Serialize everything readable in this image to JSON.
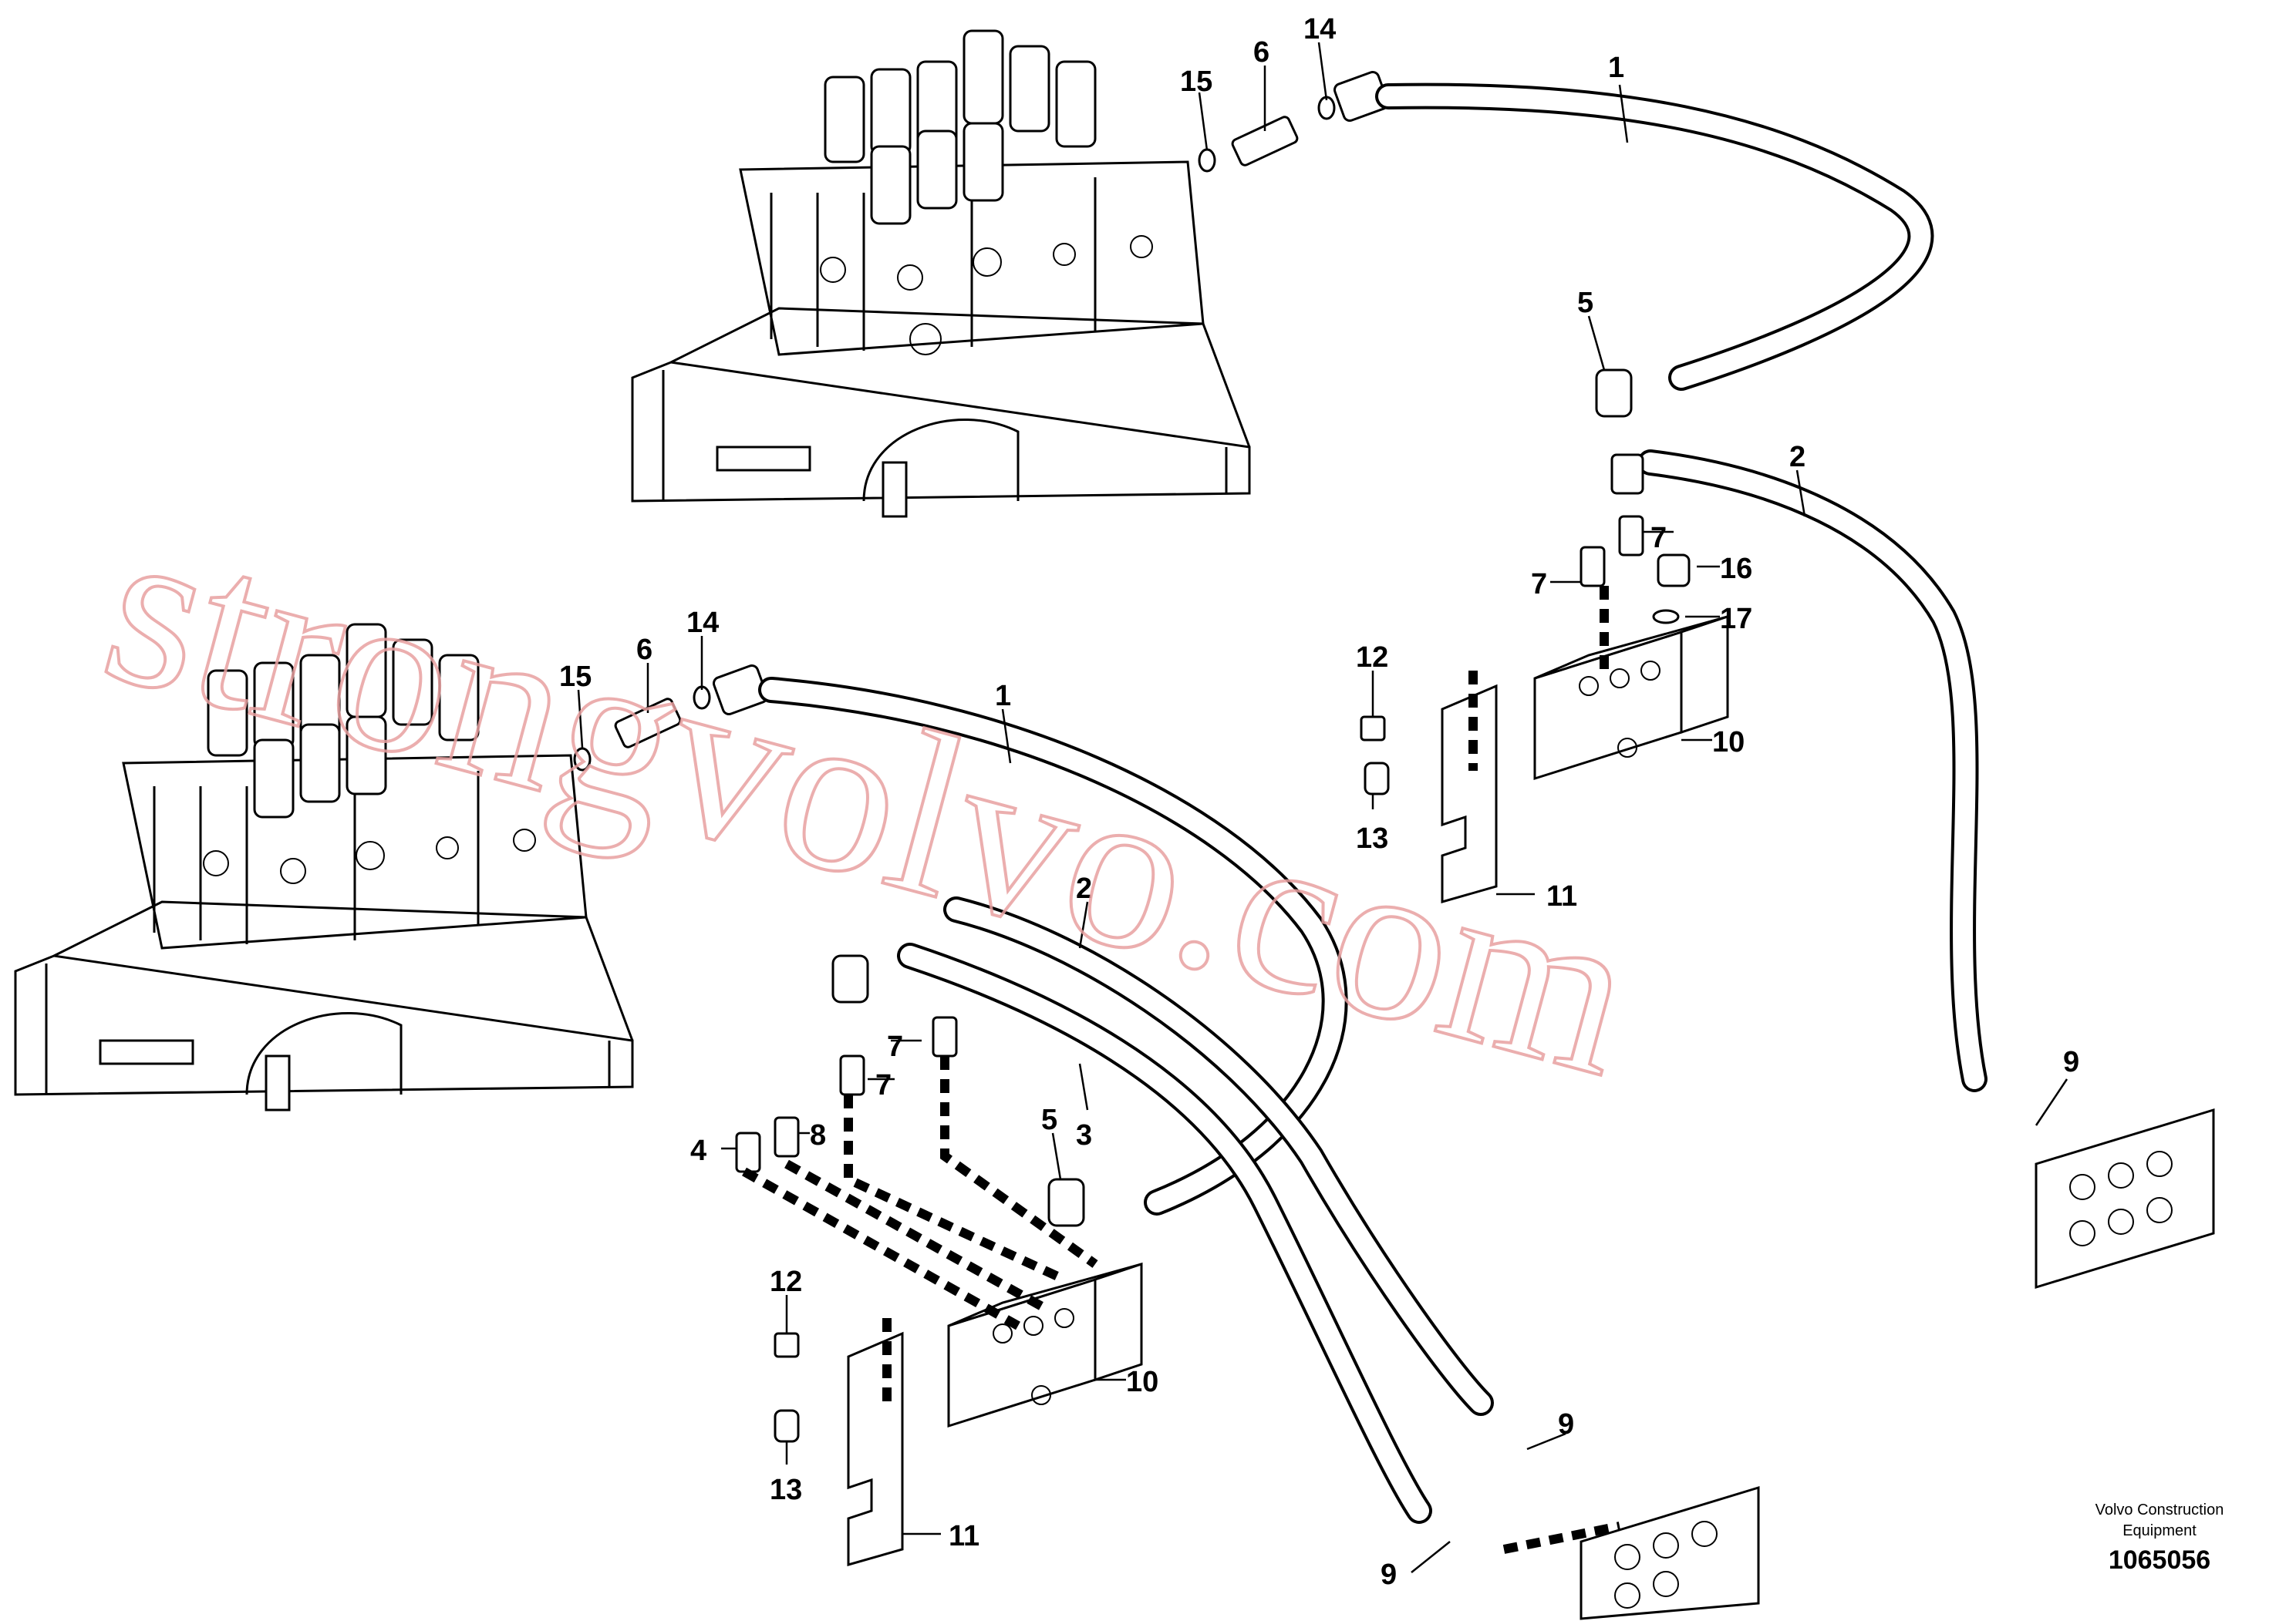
{
  "watermark": "strongvolvo.com",
  "footer": {
    "brand_line1": "Volvo Construction",
    "brand_line2": "Equipment",
    "doc_number": "1065056"
  },
  "callouts": {
    "c1a": "1",
    "c1b": "1",
    "c2a": "2",
    "c2b": "2",
    "c3": "3",
    "c4": "4",
    "c5a": "5",
    "c5b": "5",
    "c6a": "6",
    "c6b": "6",
    "c7a": "7",
    "c7b": "7",
    "c7c": "7",
    "c7d": "7",
    "c8": "8",
    "c9a": "9",
    "c9b": "9",
    "c9c": "9",
    "c10a": "10",
    "c10b": "10",
    "c11a": "11",
    "c11b": "11",
    "c12a": "12",
    "c12b": "12",
    "c13a": "13",
    "c13b": "13",
    "c14a": "14",
    "c14b": "14",
    "c15a": "15",
    "c15b": "15",
    "c16": "16",
    "c17": "17"
  }
}
